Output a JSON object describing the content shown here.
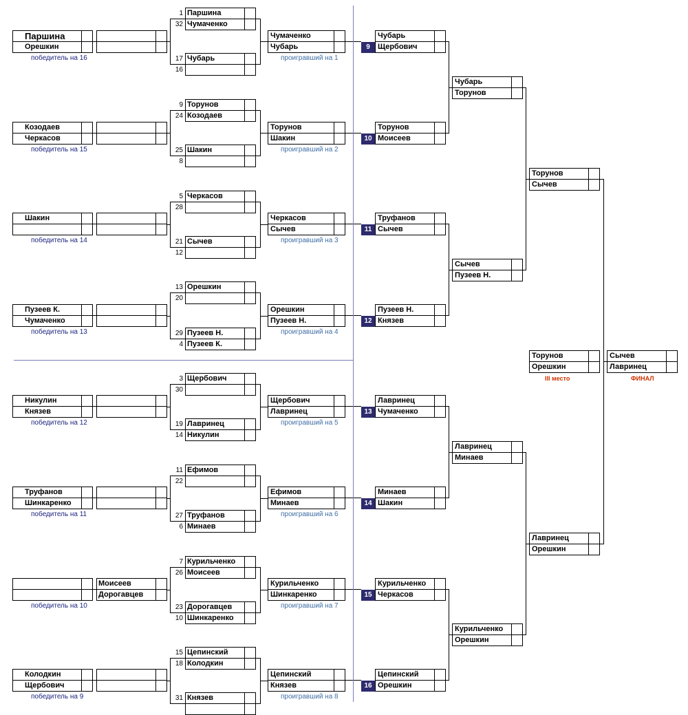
{
  "labels": {
    "winner_of": "победитель на",
    "loser_of": "проигравший на",
    "third": "III место",
    "final": "ФИНАЛ"
  },
  "r1": [
    [
      "1",
      "Паршина",
      "32",
      "Чумаченко"
    ],
    [
      "17",
      "Чубарь",
      "16",
      ""
    ],
    [
      "9",
      "Торунов",
      "24",
      "Козодаев"
    ],
    [
      "25",
      "Шакин",
      "8",
      ""
    ],
    [
      "5",
      "Черкасов",
      "28",
      ""
    ],
    [
      "21",
      "Сычев",
      "12",
      ""
    ],
    [
      "13",
      "Орешкин",
      "20",
      ""
    ],
    [
      "29",
      "Пузеев Н.",
      "4",
      "Пузеев К."
    ],
    [
      "3",
      "Щербович",
      "30",
      ""
    ],
    [
      "19",
      "Лавринец",
      "14",
      "Никулин"
    ],
    [
      "11",
      "Ефимов",
      "22",
      ""
    ],
    [
      "27",
      "Труфанов",
      "6",
      "Минаев"
    ],
    [
      "7",
      "Курильченко",
      "26",
      "Моисеев"
    ],
    [
      "23",
      "Дорогавцев",
      "10",
      "Шинкаренко"
    ],
    [
      "15",
      "Цепинский",
      "18",
      "Колодкин"
    ],
    [
      "31",
      "Князев",
      "",
      ""
    ]
  ],
  "r2": [
    [
      "Чумаченко",
      "Чубарь"
    ],
    [
      "Торунов",
      "Шакин"
    ],
    [
      "Черкасов",
      "Сычев"
    ],
    [
      "Орешкин",
      "Пузеев Н."
    ],
    [
      "Щербович",
      "Лавринец"
    ],
    [
      "Ефимов",
      "Минаев"
    ],
    [
      "Курильченко",
      "Шинкаренко"
    ],
    [
      "Цепинский",
      "Князев"
    ]
  ],
  "loser_notes": [
    "1",
    "2",
    "3",
    "4",
    "5",
    "6",
    "7",
    "8"
  ],
  "rep": [
    {
      "a": "Паршина",
      "b": "Орешкин",
      "c": "",
      "d": "",
      "note": "16"
    },
    {
      "a": "Козодаев",
      "b": "Черкасов",
      "c": "",
      "d": "",
      "note": "15"
    },
    {
      "a": "Шакин",
      "b": "",
      "c": "",
      "d": "",
      "note": "14"
    },
    {
      "a": "Пузеев К.",
      "b": "Чумаченко",
      "c": "",
      "d": "",
      "note": "13"
    },
    {
      "a": "Никулин",
      "b": "Князев",
      "c": "",
      "d": "",
      "note": "12"
    },
    {
      "a": "Труфанов",
      "b": "Шинкаренко",
      "c": "",
      "d": "",
      "note": "11"
    },
    {
      "a": "",
      "b": "",
      "c": "Моисеев",
      "d": "Дорогавцев",
      "note": "10"
    },
    {
      "a": "Колодкин",
      "b": "Щербович",
      "c": "",
      "d": "",
      "note": "9"
    }
  ],
  "r3": [
    {
      "num": "9",
      "a": "Чубарь",
      "b": "Щербович"
    },
    {
      "num": "10",
      "a": "Торунов",
      "b": "Моисеев"
    },
    {
      "num": "11",
      "a": "Труфанов",
      "b": "Сычев"
    },
    {
      "num": "12",
      "a": "Пузеев Н.",
      "b": "Князев"
    },
    {
      "num": "13",
      "a": "Лавринец",
      "b": "Чумаченко"
    },
    {
      "num": "14",
      "a": "Минаев",
      "b": "Шакин"
    },
    {
      "num": "15",
      "a": "Курильченко",
      "b": "Черкасов"
    },
    {
      "num": "16",
      "a": "Цепинский",
      "b": "Орешкин"
    }
  ],
  "r4": [
    [
      "Чубарь",
      "Торунов"
    ],
    [
      "Сычев",
      "Пузеев Н."
    ],
    [
      "Лавринец",
      "Минаев"
    ],
    [
      "Курильченко",
      "Орешкин"
    ]
  ],
  "r5": [
    [
      "Торунов",
      "Сычев"
    ],
    [
      "Лавринец",
      "Орешкин"
    ]
  ],
  "third": [
    "Торунов",
    "Орешкин"
  ],
  "final": [
    "Сычев",
    "Лавринец"
  ]
}
